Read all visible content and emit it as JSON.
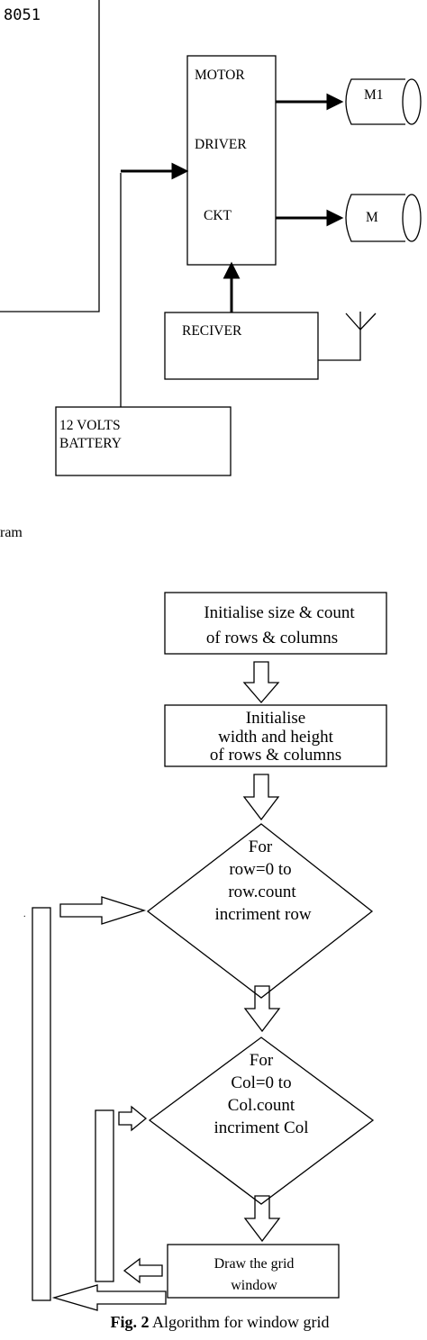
{
  "block_diagram": {
    "mcu_label": "8051",
    "motor_driver": [
      "MOTOR",
      "DRIVER",
      "CKT"
    ],
    "motor1": "M1",
    "motor2": "M",
    "receiver": "RECIVER",
    "battery": [
      "12 VOLTS",
      "BATTERY"
    ],
    "caption_fragment": "ram"
  },
  "flowchart": {
    "step1": [
      "Initialise size & count",
      "of rows & columns"
    ],
    "step2": [
      "Initialise",
      "width and height",
      "of rows & columns"
    ],
    "loop_row": [
      "For",
      "row=0 to",
      "row.count",
      "incriment row"
    ],
    "loop_col": [
      "For",
      "Col=0 to",
      "Col.count",
      "incriment Col"
    ],
    "step_draw": [
      "Draw the grid",
      "window"
    ]
  },
  "caption": {
    "label": "Fig. 2",
    "text": " Algorithm for window grid"
  }
}
